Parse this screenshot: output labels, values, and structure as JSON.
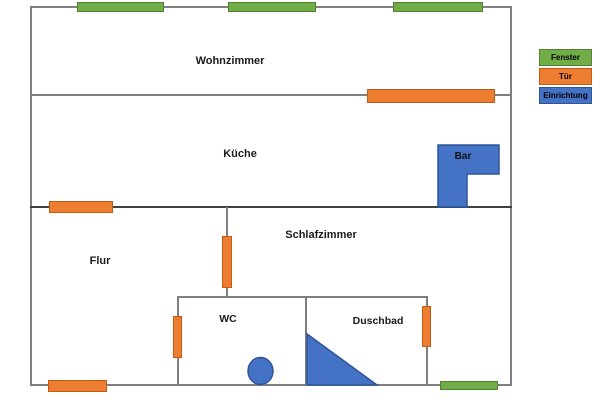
{
  "rooms": {
    "wohnzimmer": "Wohnzimmer",
    "kueche": "Küche",
    "schlafzimmer": "Schlafzimmer",
    "flur": "Flur",
    "wc": "WC",
    "duschbad": "Duschbad"
  },
  "furniture": {
    "bar_label": "Bar"
  },
  "legend": {
    "items": [
      {
        "label": "Fenster",
        "color": "#70AD47"
      },
      {
        "label": "Tür",
        "color": "#ED7D31"
      },
      {
        "label": "Einrichtung",
        "color": "#4472C4"
      }
    ]
  },
  "colors": {
    "window_fill": "#70AD47",
    "window_border": "#548235",
    "door_fill": "#ED7D31",
    "door_border": "#C55A11",
    "furniture_fill": "#4472C4",
    "furniture_border": "#2F5597",
    "wall": "#7F7F7F",
    "wall_dark": "#404040",
    "label_text": "#1a1a1a",
    "background": "#ffffff"
  }
}
